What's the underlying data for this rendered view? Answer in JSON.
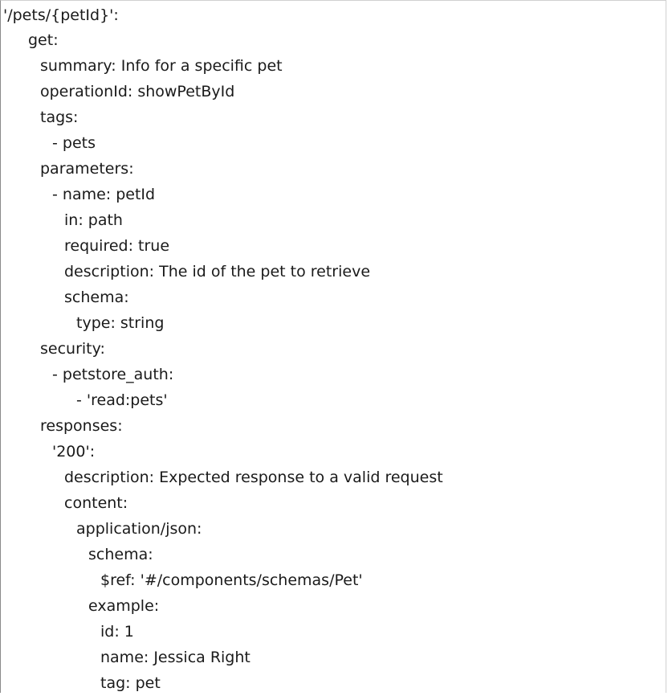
{
  "document": {
    "lines": [
      {
        "indent": 0,
        "text": "'/pets/{petId}':"
      },
      {
        "indent": 1,
        "text": "get:"
      },
      {
        "indent": 2,
        "text": "summary: Info for a specific pet"
      },
      {
        "indent": 2,
        "text": "operationId: showPetById"
      },
      {
        "indent": 2,
        "text": "tags:"
      },
      {
        "indent": 3,
        "text": "- pets"
      },
      {
        "indent": 2,
        "text": "parameters:"
      },
      {
        "indent": 3,
        "text": "- name: petId"
      },
      {
        "indent": 4,
        "text": "in: path"
      },
      {
        "indent": 4,
        "text": "required: true"
      },
      {
        "indent": 4,
        "text": "description: The id of the pet to retrieve"
      },
      {
        "indent": 4,
        "text": "schema:"
      },
      {
        "indent": 5,
        "text": "type: string"
      },
      {
        "indent": 2,
        "text": "security:"
      },
      {
        "indent": 3,
        "text": "- petstore_auth:"
      },
      {
        "indent": 5,
        "text": "- 'read:pets'"
      },
      {
        "indent": 2,
        "text": "responses:"
      },
      {
        "indent": 3,
        "text": "'200':"
      },
      {
        "indent": 4,
        "text": "description: Expected response to a valid request"
      },
      {
        "indent": 4,
        "text": "content:"
      },
      {
        "indent": 5,
        "text": "application/json:"
      },
      {
        "indent": 6,
        "text": "schema:"
      },
      {
        "indent": 7,
        "text": "$ref: '#/components/schemas/Pet'"
      },
      {
        "indent": 6,
        "text": "example:"
      },
      {
        "indent": 7,
        "text": "id: 1"
      },
      {
        "indent": 7,
        "text": "name: Jessica Right"
      },
      {
        "indent": 7,
        "text": "tag: pet"
      }
    ]
  }
}
